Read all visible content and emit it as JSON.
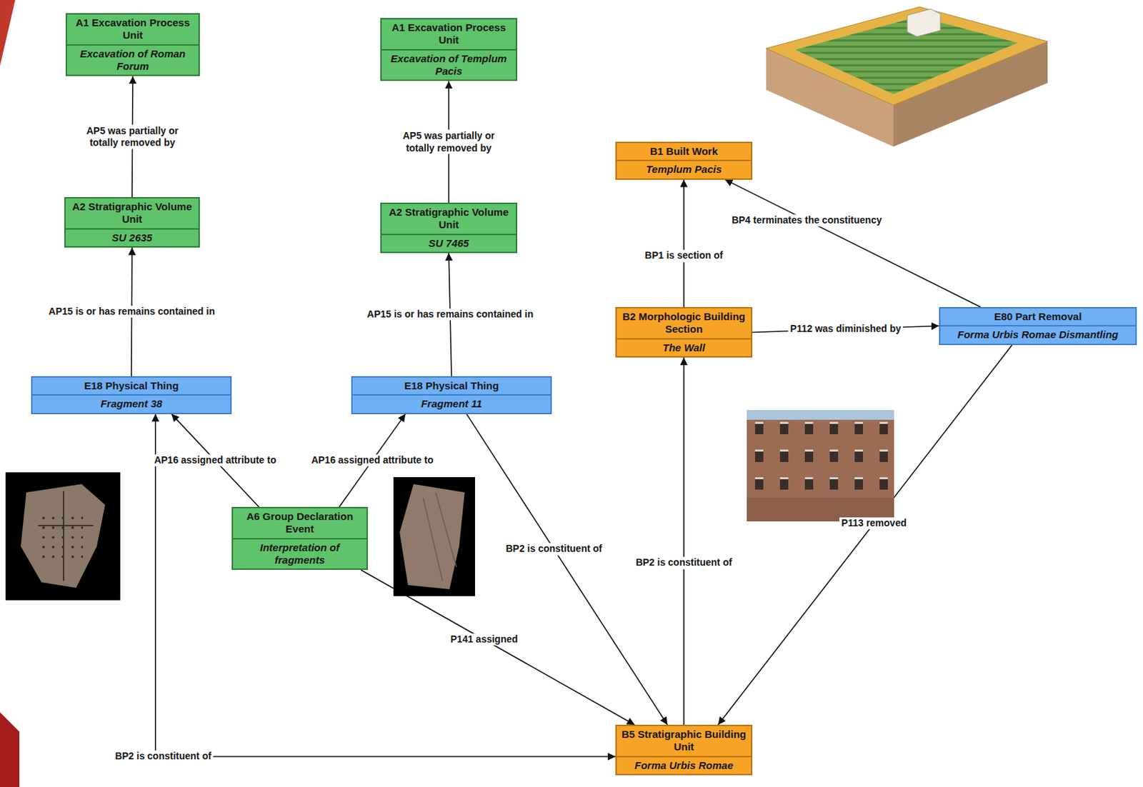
{
  "diagram": {
    "nodes": [
      {
        "text": [
          "A1 Excavation Process Unit",
          "Excavation of Roman Forum"
        ]
      },
      {
        "text": [
          "A1 Excavation Process Unit",
          "Excavation of Templum Pacis"
        ]
      },
      {
        "text": [
          "B1 Built Work",
          "Templum Pacis"
        ]
      },
      {
        "text": [
          "A2 Stratigraphic Volume Unit",
          "SU 2635"
        ]
      },
      {
        "text": [
          "A2 Stratigraphic Volume Unit",
          "SU 7465"
        ]
      },
      {
        "text": [
          "B2 Morphologic Building Section",
          "The Wall"
        ]
      },
      {
        "text": [
          "E80 Part Removal",
          "Forma Urbis Romae Dismantling"
        ]
      },
      {
        "text": [
          "E18 Physical Thing",
          "Fragment 38"
        ]
      },
      {
        "text": [
          "E18 Physical Thing",
          "Fragment 11"
        ]
      },
      {
        "text": [
          "A6 Group Declaration Event",
          "Interpretation of fragments"
        ]
      },
      {
        "text": [
          "B5 Stratigraphic Building Unit",
          "Forma Urbis Romae"
        ]
      }
    ],
    "edges": [
      {
        "from": 3,
        "to": 0,
        "label": "AP5 was partially or totally removed by",
        "arrow": "to"
      },
      {
        "from": 4,
        "to": 1,
        "label": "AP5 was partially or totally removed by",
        "arrow": "to"
      },
      {
        "from": 5,
        "to": 2,
        "label": "BP1 is section of",
        "arrow": "to"
      },
      {
        "from": 6,
        "to": 2,
        "label": "BP4 terminates the constituency",
        "arrow": "to"
      },
      {
        "from": 7,
        "to": 3,
        "label": "AP15 is or has remains contained in",
        "arrow": "to"
      },
      {
        "from": 8,
        "to": 4,
        "label": "AP15 is or has remains contained in",
        "arrow": "to"
      },
      {
        "from": 5,
        "to": 6,
        "label": "P112 was diminished by",
        "arrow": "to"
      },
      {
        "from": 9,
        "to": 7,
        "label": "AP16 assigned attribute to",
        "arrow": "to"
      },
      {
        "from": 9,
        "to": 8,
        "label": "AP16 assigned attribute to",
        "arrow": "to"
      },
      {
        "from": 8,
        "to": 10,
        "label": "BP2 is constituent of",
        "arrow": "to"
      },
      {
        "from": 10,
        "to": 5,
        "label": "BP2 is constituent of",
        "arrow": "to"
      },
      {
        "from": 6,
        "to": 10,
        "label": "P113 removed",
        "arrow": "to"
      },
      {
        "from": 9,
        "to": 10,
        "label": "P141 assigned",
        "arrow": "to"
      },
      {
        "from": 7,
        "to": 10,
        "label": "BP2 is constituent of",
        "arrow": "both"
      }
    ]
  }
}
